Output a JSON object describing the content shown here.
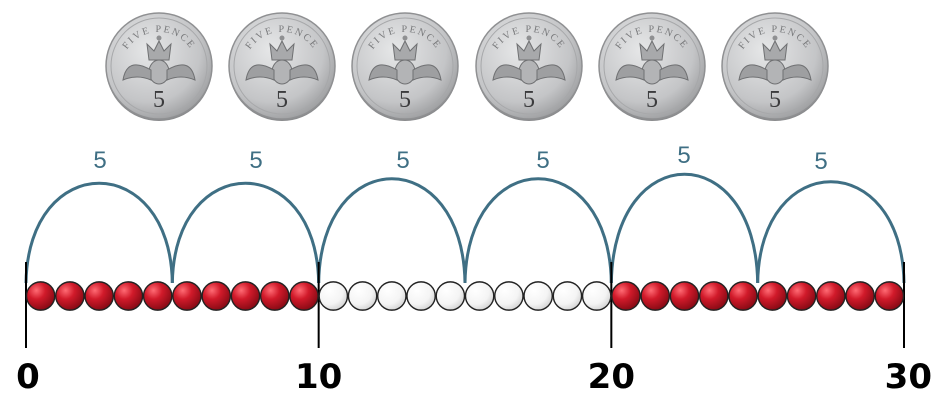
{
  "coins": {
    "count": 6,
    "value_label": "5",
    "rim_text": "FIVE PENCE",
    "color": "#c4c5c7"
  },
  "jumps": {
    "labels": [
      "5",
      "5",
      "5",
      "5",
      "5",
      "5"
    ],
    "color": "#3f6f84"
  },
  "number_line": {
    "min": 0,
    "max": 30,
    "tick_values": [
      0,
      10,
      20,
      30
    ],
    "tick_labels": [
      "0",
      "10",
      "20",
      "30"
    ]
  },
  "beads": {
    "count": 30,
    "groups": [
      {
        "from": 0,
        "to": 10,
        "color": "red"
      },
      {
        "from": 10,
        "to": 20,
        "color": "white"
      },
      {
        "from": 20,
        "to": 30,
        "color": "red"
      }
    ],
    "colors": {
      "red": "#d11a2a",
      "white": "#ffffff"
    }
  }
}
